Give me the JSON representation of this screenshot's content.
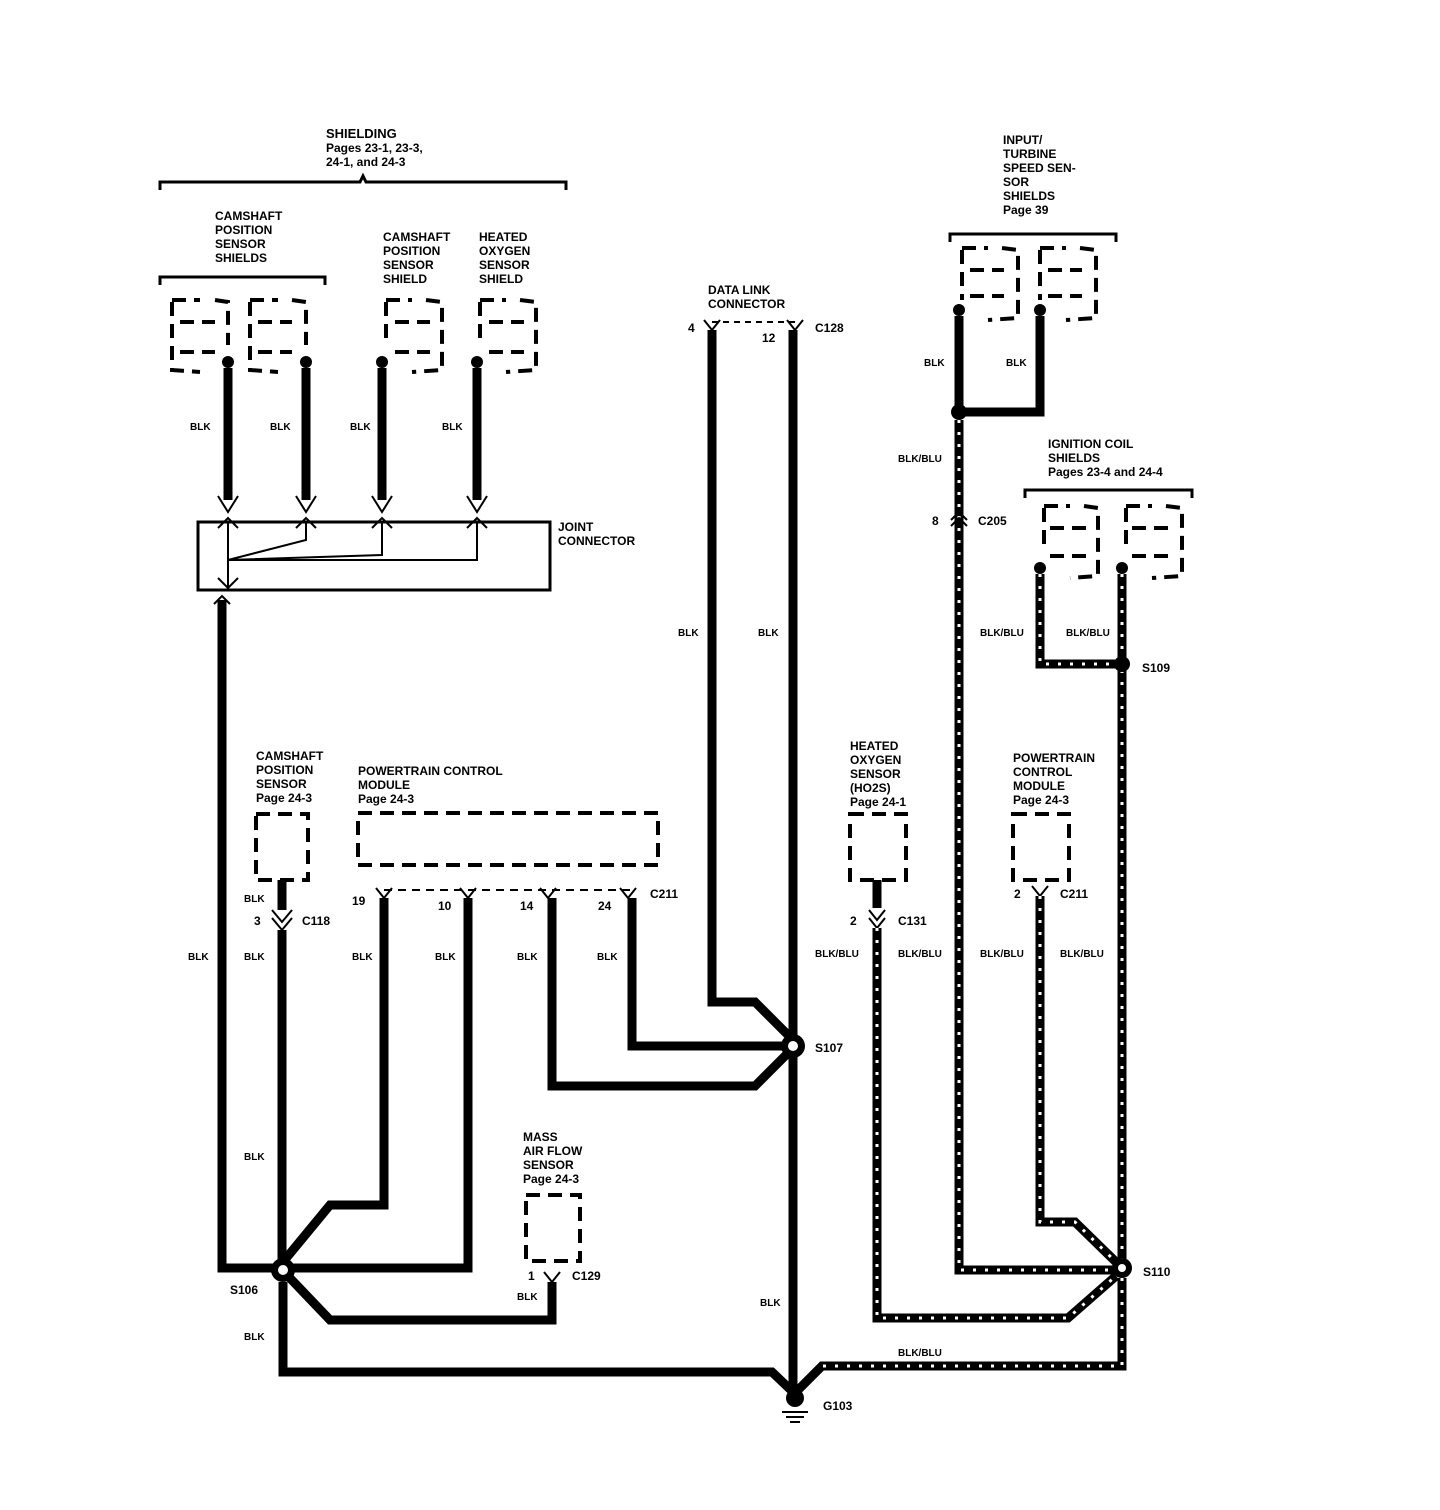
{
  "shielding": {
    "title": "SHIELDING",
    "line1": "Pages 23-1, 23-3,",
    "line2": "24-1, and 24-3"
  },
  "cam_shields": {
    "l1": "CAMSHAFT",
    "l2": "POSITION",
    "l3": "SENSOR",
    "l4": "SHIELDS"
  },
  "cam_shield": {
    "l1": "CAMSHAFT",
    "l2": "POSITION",
    "l3": "SENSOR",
    "l4": "SHIELD"
  },
  "ho2s_shield": {
    "l1": "HEATED",
    "l2": "OXYGEN",
    "l3": "SENSOR",
    "l4": "SHIELD"
  },
  "dlc": {
    "l1": "DATA LINK",
    "l2": "CONNECTOR",
    "pin_left": "4",
    "pin_right": "12",
    "connector": "C128"
  },
  "input_turbine": {
    "l1": "INPUT/",
    "l2": "TURBINE",
    "l3": "SPEED SEN-",
    "l4": "SOR",
    "l5": "SHIELDS",
    "page": "Page 39"
  },
  "ignition": {
    "l1": "IGNITION COIL",
    "l2": "SHIELDS",
    "page": "Pages 23-4 and 24-4"
  },
  "joint": {
    "l1": "JOINT",
    "l2": "CONNECTOR"
  },
  "c205": {
    "pin": "8",
    "name": "C205"
  },
  "s109": "S109",
  "cam_sensor": {
    "l1": "CAMSHAFT",
    "l2": "POSITION",
    "l3": "SENSOR",
    "page": "Page 24-3",
    "wire": "BLK",
    "pin": "3",
    "connector": "C118"
  },
  "pcm_left": {
    "l1": "POWERTRAIN CONTROL",
    "l2": "MODULE",
    "page": "Page 24-3",
    "pins": [
      "19",
      "10",
      "14",
      "24"
    ],
    "connector": "C211"
  },
  "ho2s": {
    "l1": "HEATED",
    "l2": "OXYGEN",
    "l3": "SENSOR",
    "l4": "(HO2S)",
    "page": "Page 24-1",
    "pin": "2",
    "connector": "C131"
  },
  "pcm_right": {
    "l1": "POWERTRAIN",
    "l2": "CONTROL",
    "l3": "MODULE",
    "page": "Page 24-3",
    "pin": "2",
    "connector": "C211"
  },
  "maf": {
    "l1": "MASS",
    "l2": "AIR FLOW",
    "l3": "SENSOR",
    "page": "Page 24-3",
    "pin": "1",
    "connector": "C129"
  },
  "splices": {
    "s106": "S106",
    "s107": "S107",
    "s110": "S110"
  },
  "ground": "G103",
  "wires": {
    "blk": "BLK",
    "blkblu": "BLK/BLU"
  }
}
